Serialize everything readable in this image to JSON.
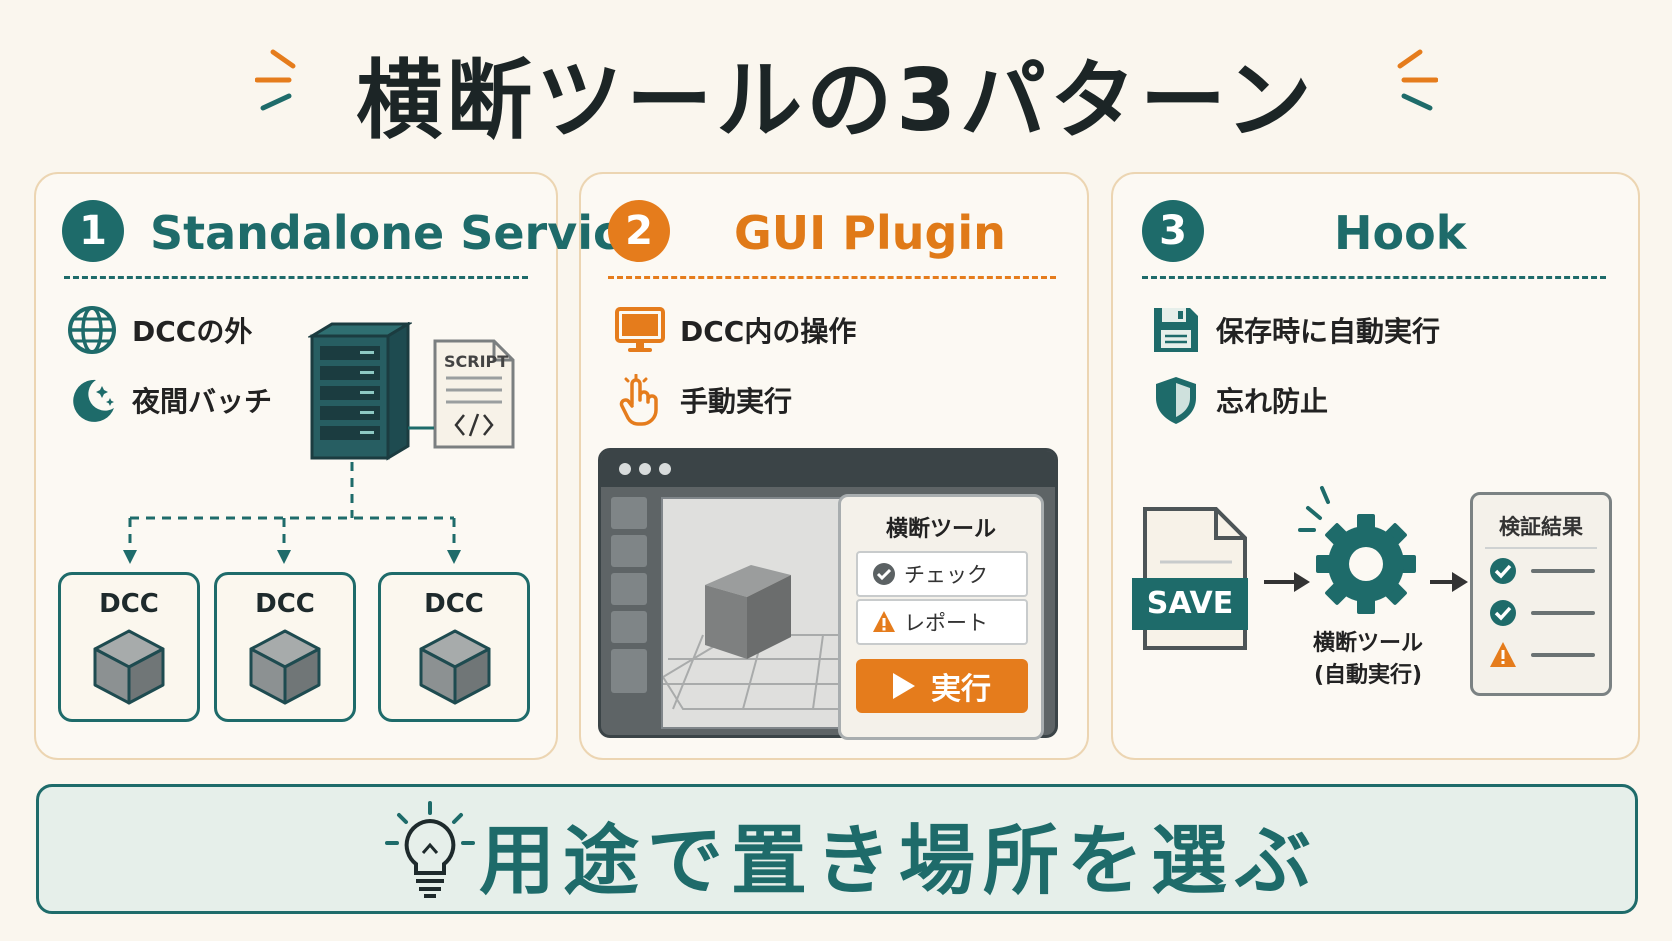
{
  "title": "横断ツールの3パターン",
  "patterns": [
    {
      "number": "1",
      "name": "Standalone Service",
      "features": [
        {
          "icon": "globe-icon",
          "label": "DCCの外"
        },
        {
          "icon": "moon-stars-icon",
          "label": "夜間バッチ"
        }
      ],
      "script_label": "SCRIPT",
      "targets": [
        "DCC",
        "DCC",
        "DCC"
      ]
    },
    {
      "number": "2",
      "name": "GUI Plugin",
      "features": [
        {
          "icon": "monitor-icon",
          "label": "DCC内の操作"
        },
        {
          "icon": "pointer-hand-icon",
          "label": "手動実行"
        }
      ],
      "panel_title": "横断ツール",
      "check_label": "チェック",
      "report_label": "レポート",
      "run_label": "実行"
    },
    {
      "number": "3",
      "name": "Hook",
      "features": [
        {
          "icon": "floppy-disk-icon",
          "label": "保存時に自動実行"
        },
        {
          "icon": "shield-icon",
          "label": "忘れ防止"
        }
      ],
      "save_label": "SAVE",
      "tool_label_line1": "横断ツール",
      "tool_label_line2": "(自動実行)",
      "result_title": "検証結果"
    }
  ],
  "footer": {
    "icon": "lightbulb-icon",
    "text": "用途で置き場所を選ぶ"
  },
  "colors": {
    "teal": "#1e6b6a",
    "orange": "#e57c1c",
    "background": "#faf6ee"
  }
}
